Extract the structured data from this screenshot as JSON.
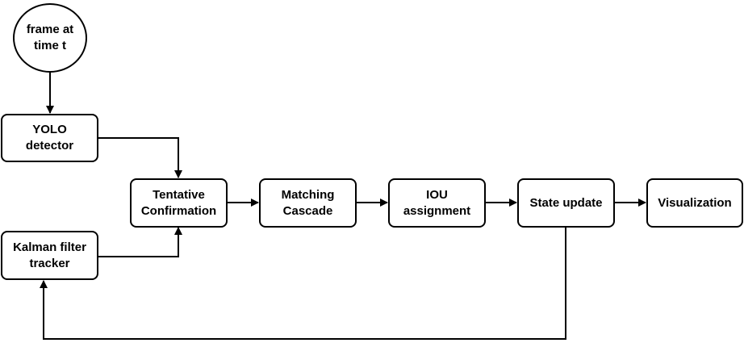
{
  "diagram": {
    "nodes": {
      "frame": "frame at\ntime t",
      "yolo": "YOLO\ndetector",
      "kalman": "Kalman filter\ntracker",
      "tentative": "Tentative\nConfirmation",
      "matching": "Matching\nCascade",
      "iou": "IOU\nassignment",
      "state": "State update",
      "visualization": "Visualization"
    },
    "colors": {
      "stroke": "#000000",
      "fill": "#ffffff",
      "text": "#000000"
    }
  }
}
